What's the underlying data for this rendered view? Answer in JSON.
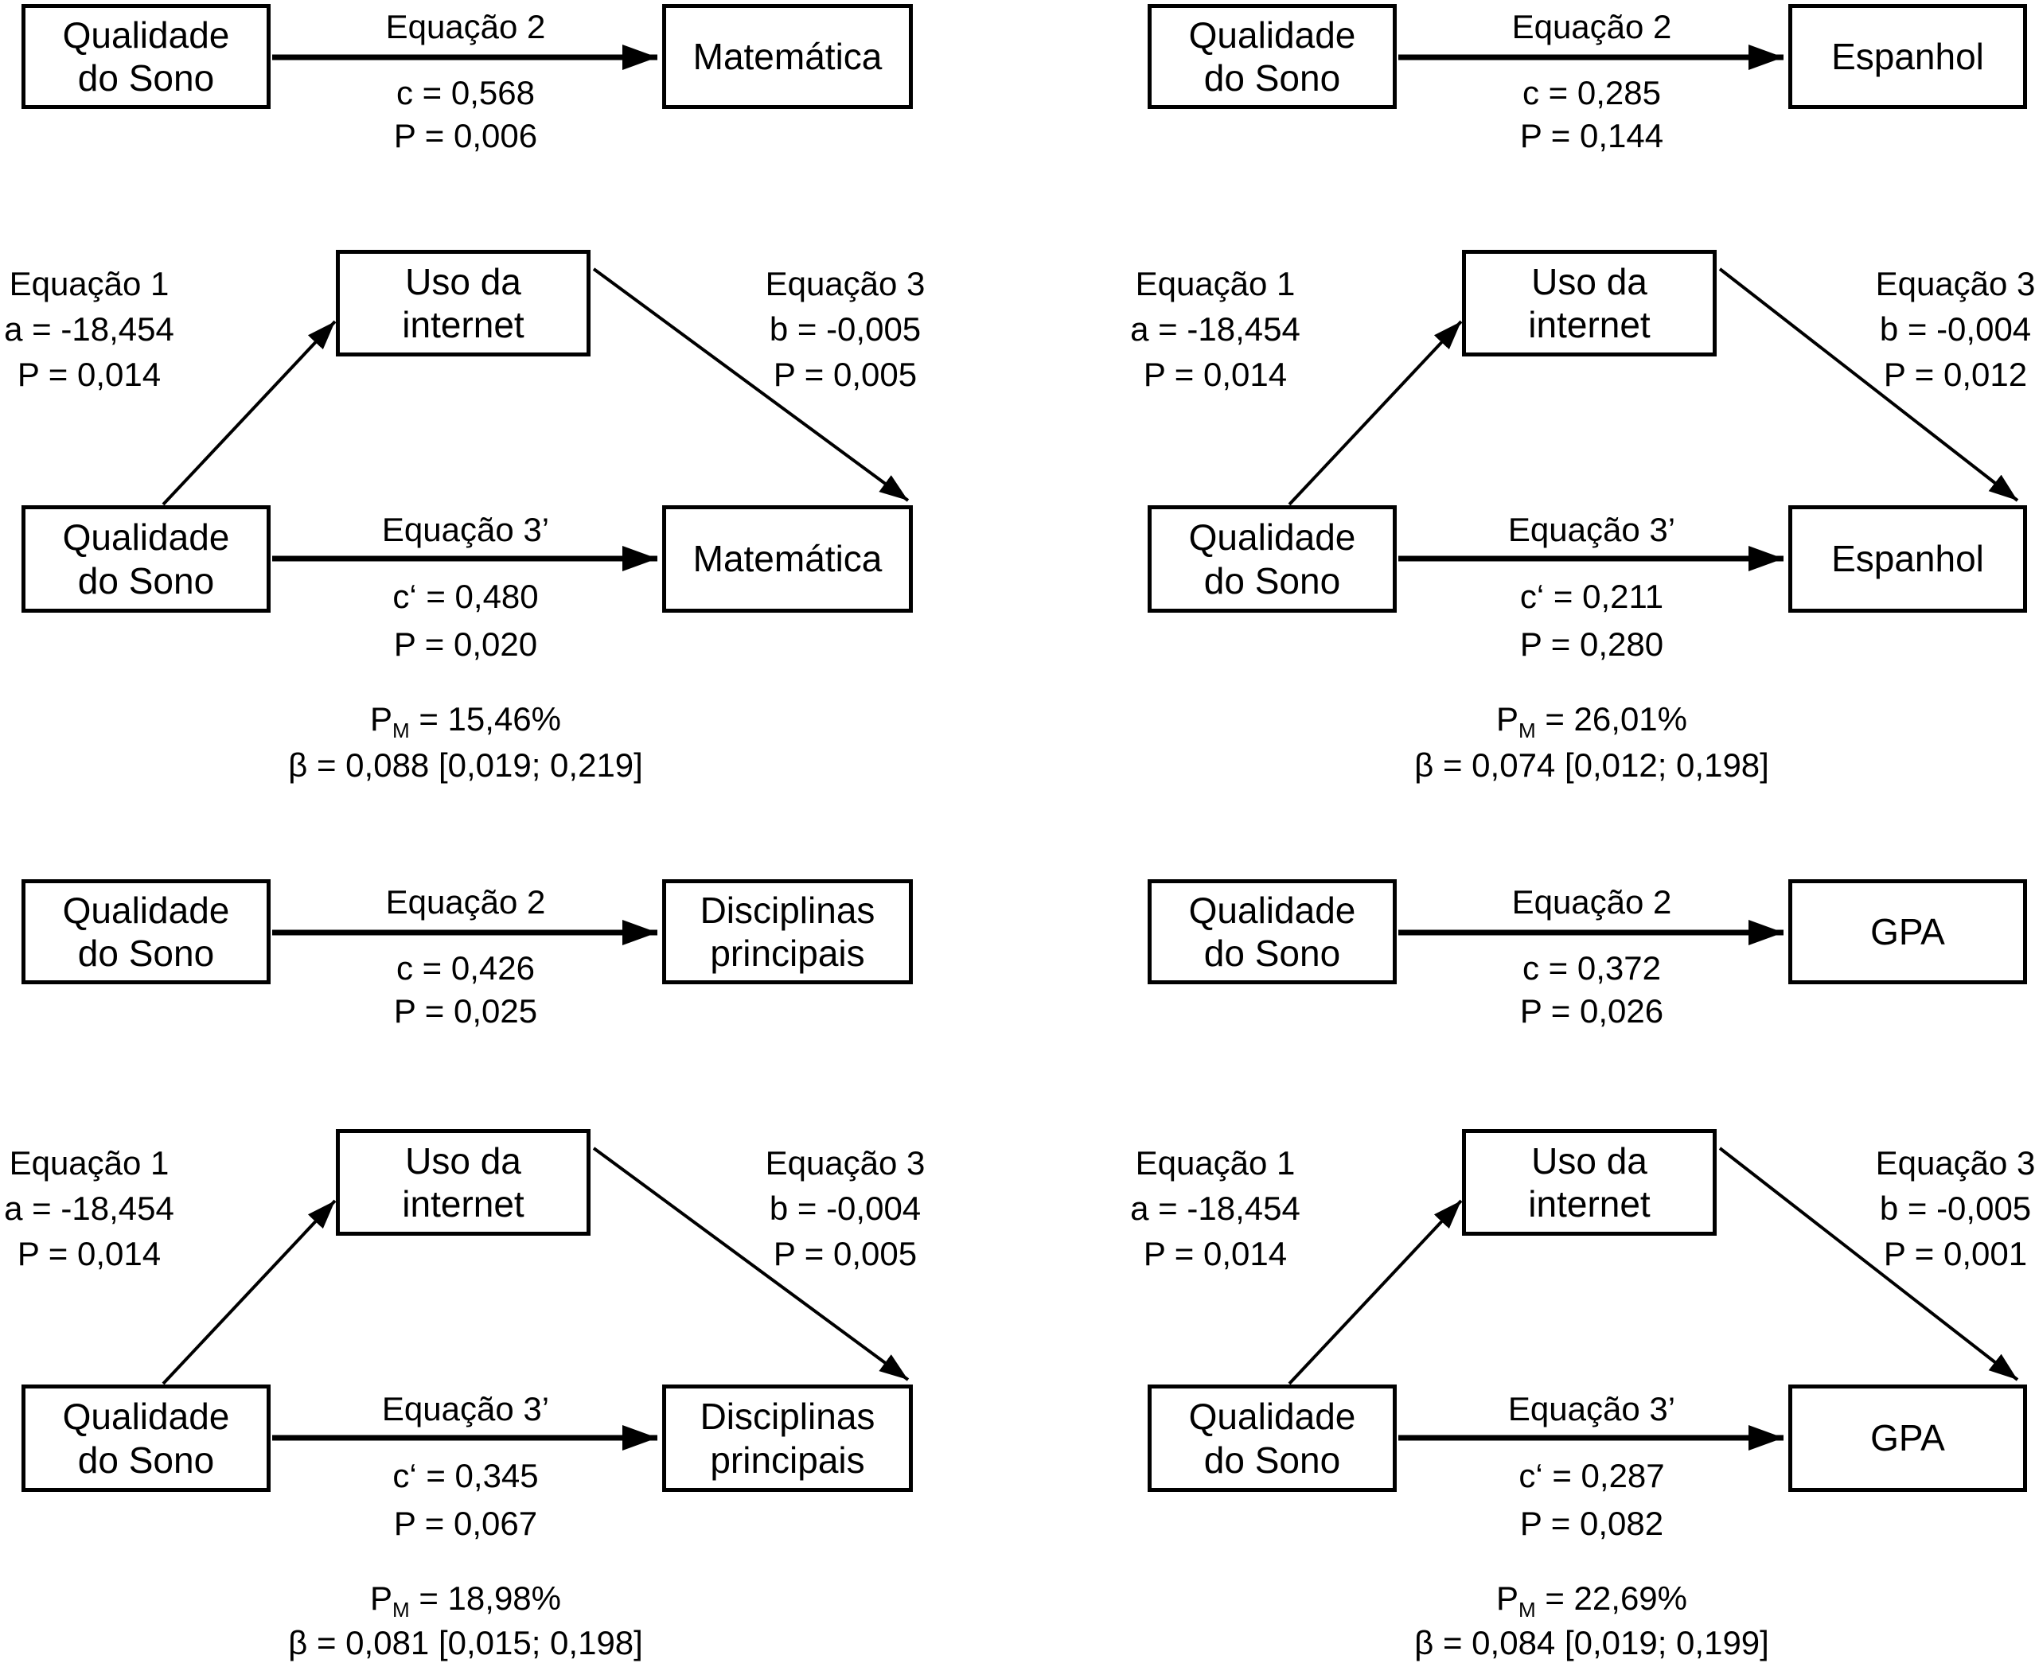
{
  "shared": {
    "predictor": "Qualidade do Sono",
    "mediator": "Uso da internet",
    "eq1_label": "Equação 1",
    "eq2_label": "Equação 2",
    "eq3_label": "Equação 3",
    "eq3prime_label": "Equação 3’",
    "a_value": "a = -18,454",
    "a_p": "P = 0,014",
    "pm_base": "P",
    "pm_sub": "M",
    "ink_color": "#000000",
    "background_color": "#ffffff"
  },
  "diagrams": {
    "matematica": {
      "outcome": "Matemática",
      "direct": {
        "c": "c = 0,568",
        "p": "P = 0,006"
      },
      "mediation": {
        "b": "b = -0,005",
        "b_p": "P = 0,005",
        "c_prime": "c‘ = 0,480",
        "c_prime_p": "P = 0,020",
        "pm": " = 15,46%",
        "beta": "β = 0,088 [0,019; 0,219]"
      }
    },
    "espanhol": {
      "outcome": "Espanhol",
      "direct": {
        "c": "c = 0,285",
        "p": "P = 0,144"
      },
      "mediation": {
        "b": "b = -0,004",
        "b_p": "P = 0,012",
        "c_prime": "c‘ = 0,211",
        "c_prime_p": "P = 0,280",
        "pm": " = 26,01%",
        "beta": "β = 0,074 [0,012; 0,198]"
      }
    },
    "disciplinas": {
      "outcome": "Disciplinas principais",
      "direct": {
        "c": "c = 0,426",
        "p": "P = 0,025"
      },
      "mediation": {
        "b": "b = -0,004",
        "b_p": "P = 0,005",
        "c_prime": "c‘ = 0,345",
        "c_prime_p": "P = 0,067",
        "pm": " = 18,98%",
        "beta": "β = 0,081 [0,015; 0,198]"
      }
    },
    "gpa": {
      "outcome": "GPA",
      "direct": {
        "c": "c = 0,372",
        "p": "P = 0,026"
      },
      "mediation": {
        "b": "b = -0,005",
        "b_p": "P = 0,001",
        "c_prime": "c‘ = 0,287",
        "c_prime_p": "P = 0,082",
        "pm": " = 22,69%",
        "beta": "β = 0,084 [0,019; 0,199]"
      }
    }
  }
}
